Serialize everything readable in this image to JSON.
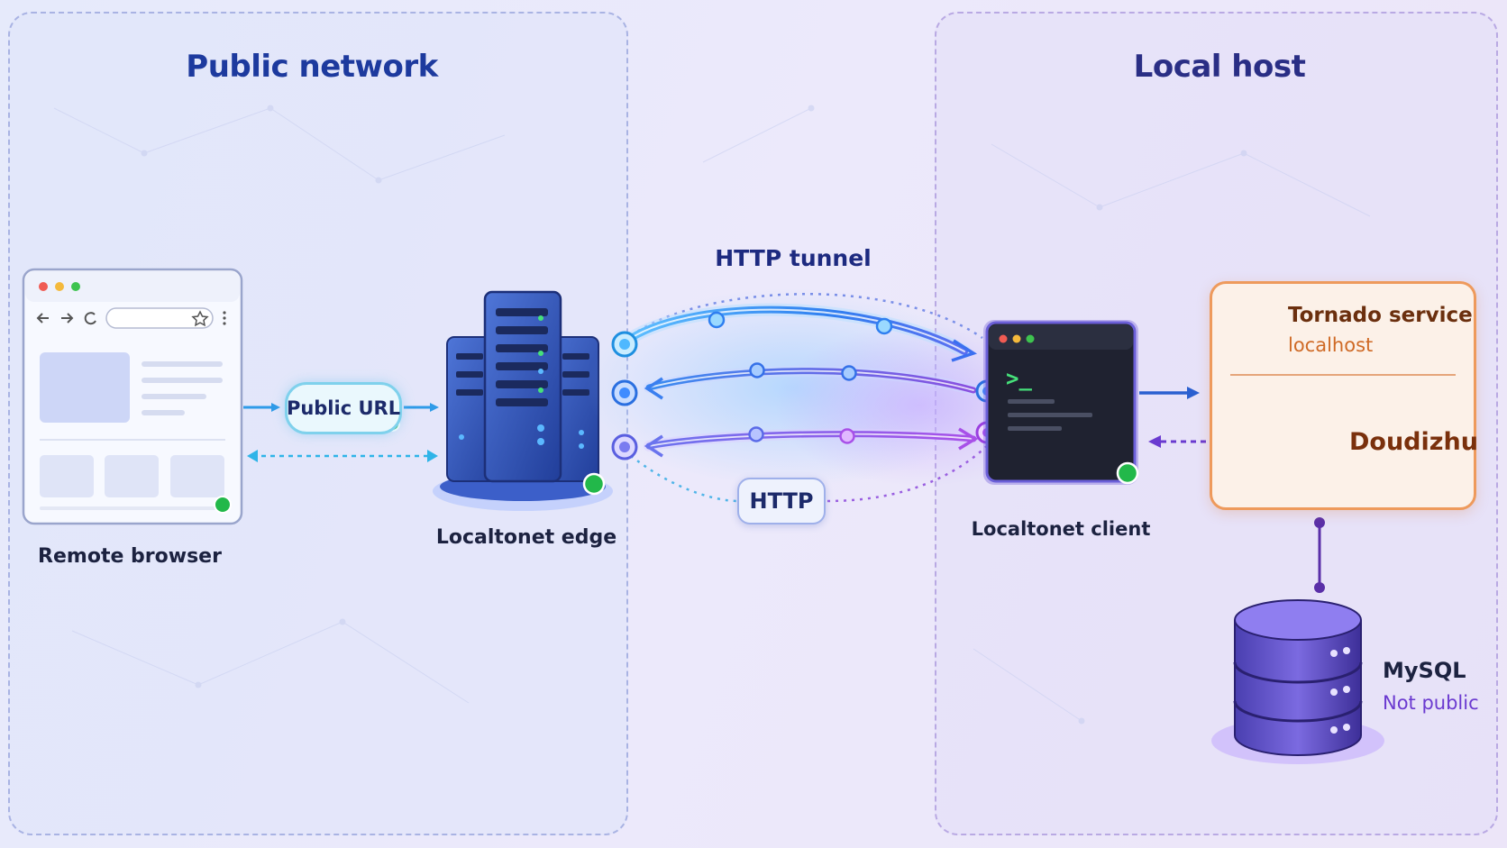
{
  "zones": {
    "public_title": "Public network",
    "local_title": "Local host"
  },
  "nodes": {
    "browser_label": "Remote browser",
    "edge_label": "Localtonet edge",
    "client_label": "Localtonet client",
    "public_url": "Public URL",
    "tunnel_label": "HTTP tunnel",
    "http_label": "HTTP"
  },
  "service": {
    "title": "Tornado service",
    "subtitle": "localhost",
    "app": "Doudizhu"
  },
  "database": {
    "label": "MySQL",
    "subtitle": "Not public"
  },
  "terminal": {
    "prompt": ">_"
  },
  "colors": {
    "public_title": "#1d3a9e",
    "local_title": "#2a2e85",
    "tunnel_blue": "#2f7ff0",
    "tunnel_purple": "#8a4fe0",
    "service_accent": "#ee9a5c",
    "status_green": "#22b84a"
  },
  "icons": {
    "service": "gear-icon",
    "app": "playing-cards-icon",
    "database": "database-icon",
    "edge": "server-rack-icon",
    "client": "terminal-icon",
    "browser": "browser-window-icon"
  }
}
